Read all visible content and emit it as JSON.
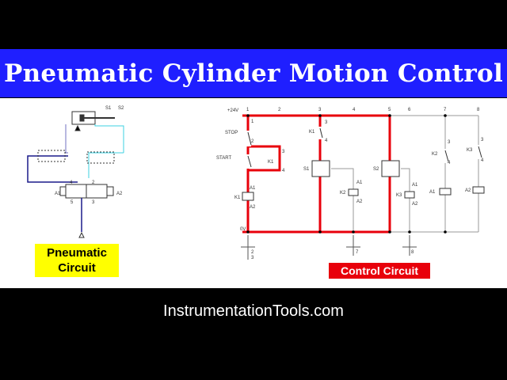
{
  "title": "Pneumatic Cylinder Motion Control",
  "pneumatic": {
    "label_line1": "Pneumatic",
    "label_line2": "Circuit",
    "sensors": [
      "S1",
      "S2"
    ],
    "ports": [
      "4",
      "2",
      "5",
      "3"
    ],
    "solenoids": [
      "A1",
      "A2"
    ]
  },
  "control": {
    "label": "Control Circuit",
    "supply": "+24V",
    "ground": "0V",
    "columns": [
      "1",
      "2",
      "3",
      "4",
      "5",
      "6",
      "7",
      "8"
    ],
    "stop": "STOP",
    "start": "START",
    "k1": "K1",
    "k2": "K2",
    "k3": "K3",
    "s1": "S1",
    "s2": "S2",
    "a1": "A1",
    "a2": "A2",
    "t1": "1",
    "t2": "2",
    "t3": "3",
    "t4": "4",
    "ref1": "2",
    "ref2": "3",
    "ref3": "7",
    "ref4": "8"
  },
  "footer": "InstrumentationTools.com",
  "colors": {
    "banner": "#1f1fff",
    "energized": "#e8000b",
    "label_bg": "#ffff00"
  }
}
